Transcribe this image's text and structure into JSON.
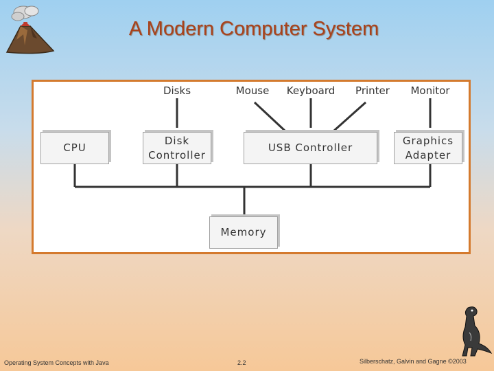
{
  "slide": {
    "title": "A Modern Computer System"
  },
  "diagram": {
    "components": {
      "cpu": "CPU",
      "disk_controller": [
        "Disk",
        "Controller"
      ],
      "usb_controller": "USB Controller",
      "graphics_adapter": [
        "Graphics",
        "Adapter"
      ],
      "memory": "Memory"
    },
    "devices": {
      "disks": "Disks",
      "mouse": "Mouse",
      "keyboard": "Keyboard",
      "printer": "Printer",
      "monitor": "Monitor"
    }
  },
  "footer": {
    "left": "Operating System Concepts with Java",
    "center": "2.2",
    "right": "Silberschatz, Galvin and Gagne ©2003"
  },
  "icons": {
    "top_left": "volcano-icon",
    "bottom_right": "dinosaur-icon"
  },
  "colors": {
    "title": "#a8421c",
    "frame_border": "#d47a2e"
  }
}
